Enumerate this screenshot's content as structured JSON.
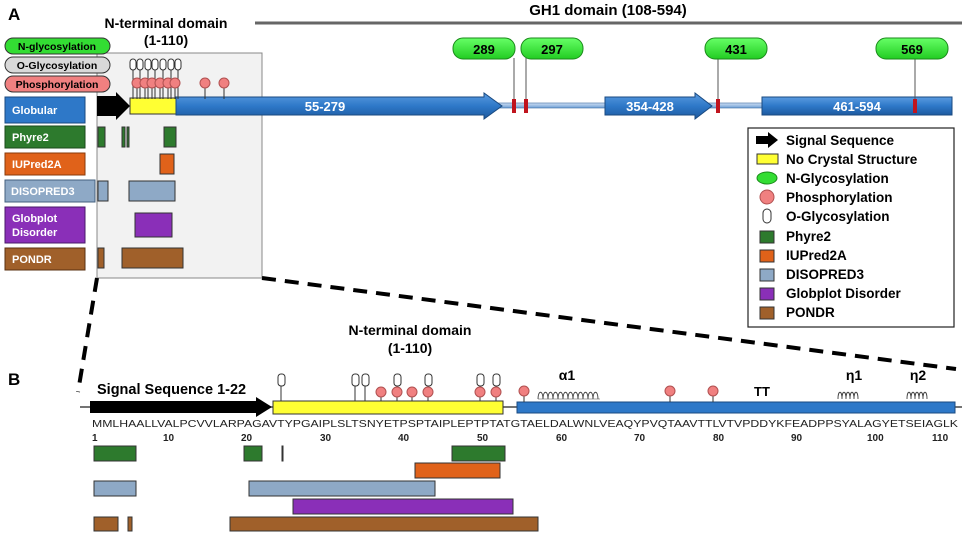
{
  "panel_a": {
    "label": "A",
    "gh1_title": "GH1 domain (108-594)",
    "nterm_title": "N-terminal domain",
    "nterm_range": "(1-110)",
    "ptm_legend": [
      {
        "label": "N-glycosylation",
        "color": "#33dd33"
      },
      {
        "label": "O-Glycosylation",
        "color": "#d9d9d9"
      },
      {
        "label": "Phosphorylation",
        "color": "#f08080"
      }
    ],
    "tracks": [
      {
        "label": "Globular",
        "color": "#2e78c8",
        "lines": [
          "Globular"
        ]
      },
      {
        "label": "Phyre2",
        "color": "#2d7a2d",
        "lines": [
          "Phyre2"
        ]
      },
      {
        "label": "IUPred2A",
        "color": "#e0621a",
        "lines": [
          "IUPred2A"
        ]
      },
      {
        "label": "DISOPRED3",
        "color": "#8ea9c6",
        "lines": [
          "DISOPRED3"
        ]
      },
      {
        "label": "Globplot Disorder",
        "color": "#8a2fb8",
        "lines": [
          "Globplot",
          "Disorder"
        ]
      },
      {
        "label": "PONDR",
        "color": "#a0602a",
        "lines": [
          "PONDR"
        ]
      }
    ],
    "domains": [
      "55-279",
      "354-428",
      "461-594"
    ],
    "nglyco_sites": [
      "289",
      "297",
      "431",
      "569"
    ]
  },
  "legend": [
    {
      "key": "signal",
      "label": "Signal Sequence",
      "color": "#000000"
    },
    {
      "key": "nocrystal",
      "label": "No Crystal Structure",
      "color": "#ffff33"
    },
    {
      "key": "nglyco",
      "label": "N-Glycosylation",
      "color": "#33dd33"
    },
    {
      "key": "phos",
      "label": "Phosphorylation",
      "color": "#f08080"
    },
    {
      "key": "oglyco",
      "label": "O-Glycosylation",
      "color": "#ffffff"
    },
    {
      "key": "phyre2",
      "label": "Phyre2",
      "color": "#2d7a2d"
    },
    {
      "key": "iupred",
      "label": "IUPred2A",
      "color": "#e0621a"
    },
    {
      "key": "disopred",
      "label": "DISOPRED3",
      "color": "#8ea9c6"
    },
    {
      "key": "globplot",
      "label": "Globplot Disorder",
      "color": "#8a2fb8"
    },
    {
      "key": "pondr",
      "label": "PONDR",
      "color": "#a0602a"
    }
  ],
  "panel_b": {
    "label": "B",
    "signal_label": "Signal Sequence 1-22",
    "nterm_title": "N-terminal domain",
    "nterm_range": "(1-110)",
    "sequence": "MMLHAALLVALPCVVLARPAGAVTYPGAIPLSLTSNYETPSPTAIPLEPTPTATGTAELDALWNLVEAQYPVQTAAVTTLVTVPDDYKFEADPPSYALAGYETSEIAGLK",
    "ticks": [
      "1",
      "10",
      "20",
      "30",
      "40",
      "50",
      "60",
      "70",
      "80",
      "90",
      "100",
      "110"
    ],
    "ss_labels": [
      "α1",
      "TT",
      "η1",
      "η2"
    ]
  }
}
